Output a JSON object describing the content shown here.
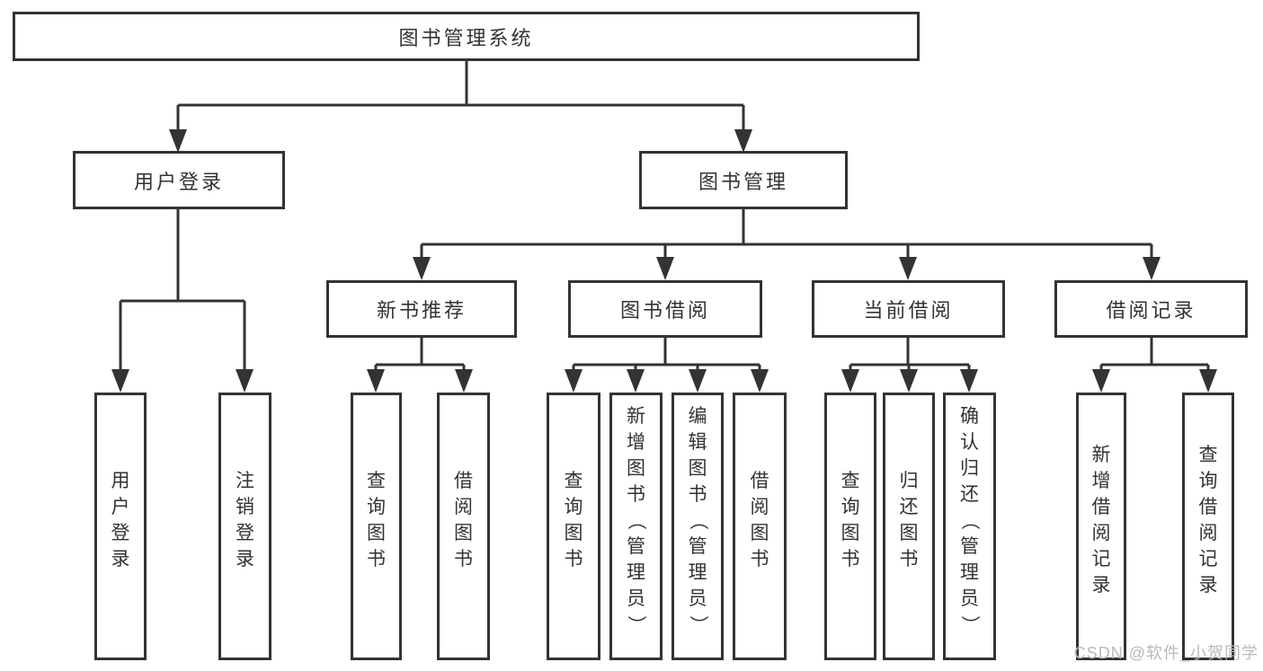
{
  "tree": {
    "root": {
      "label": "图书管理系统"
    },
    "level1": [
      {
        "id": "user-login",
        "label": "用户登录"
      },
      {
        "id": "book-management",
        "label": "图书管理"
      }
    ],
    "level2": [
      {
        "id": "new-book-recommend",
        "label": "新书推荐"
      },
      {
        "id": "book-borrow",
        "label": "图书借阅"
      },
      {
        "id": "current-borrow",
        "label": "当前借阅"
      },
      {
        "id": "borrow-records",
        "label": "借阅记录"
      }
    ],
    "leaves": {
      "user_login": [
        {
          "label": "用户登录"
        },
        {
          "label": "注销登录"
        }
      ],
      "new_book": [
        {
          "label": "查询图书"
        },
        {
          "label": "借阅图书"
        }
      ],
      "book_borrow": [
        {
          "label": "查询图书"
        },
        {
          "label": "新增图书（管理员）"
        },
        {
          "label": "编辑图书（管理员）"
        },
        {
          "label": "借阅图书"
        }
      ],
      "current_borrow": [
        {
          "label": "查询图书"
        },
        {
          "label": "归还图书"
        },
        {
          "label": "确认归还（管理员）"
        }
      ],
      "borrow_records": [
        {
          "label": "新增借阅记录"
        },
        {
          "label": "查询借阅记录"
        }
      ]
    }
  },
  "watermark": "CSDN @软件_小贺同学",
  "colors": {
    "line": "#333333",
    "box_fill": "#ffffff",
    "background": "#ffffff",
    "watermark": "#b6babd"
  }
}
